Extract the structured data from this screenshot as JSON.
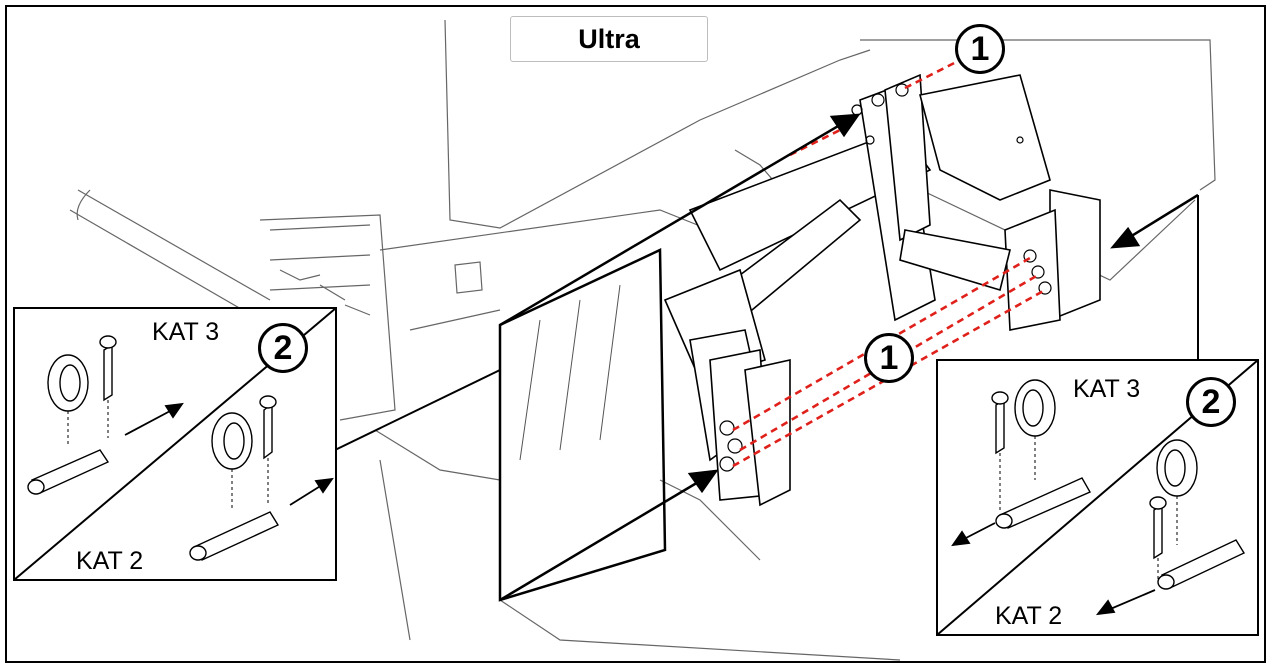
{
  "title": "Ultra",
  "callouts": {
    "top": "1",
    "middle": "1",
    "left_detail": "2",
    "right_detail": "2"
  },
  "left_detail": {
    "kat_upper": "KAT 3",
    "kat_lower": "KAT 2"
  },
  "right_detail": {
    "kat_upper": "KAT 3",
    "kat_lower": "KAT 2"
  },
  "colors": {
    "line": "#000000",
    "sketch": "#555555",
    "dashed_red": "#e0201a"
  },
  "icons": [
    "pin-icon",
    "bushing-icon",
    "lynch-pin-icon",
    "arrow-icon"
  ]
}
